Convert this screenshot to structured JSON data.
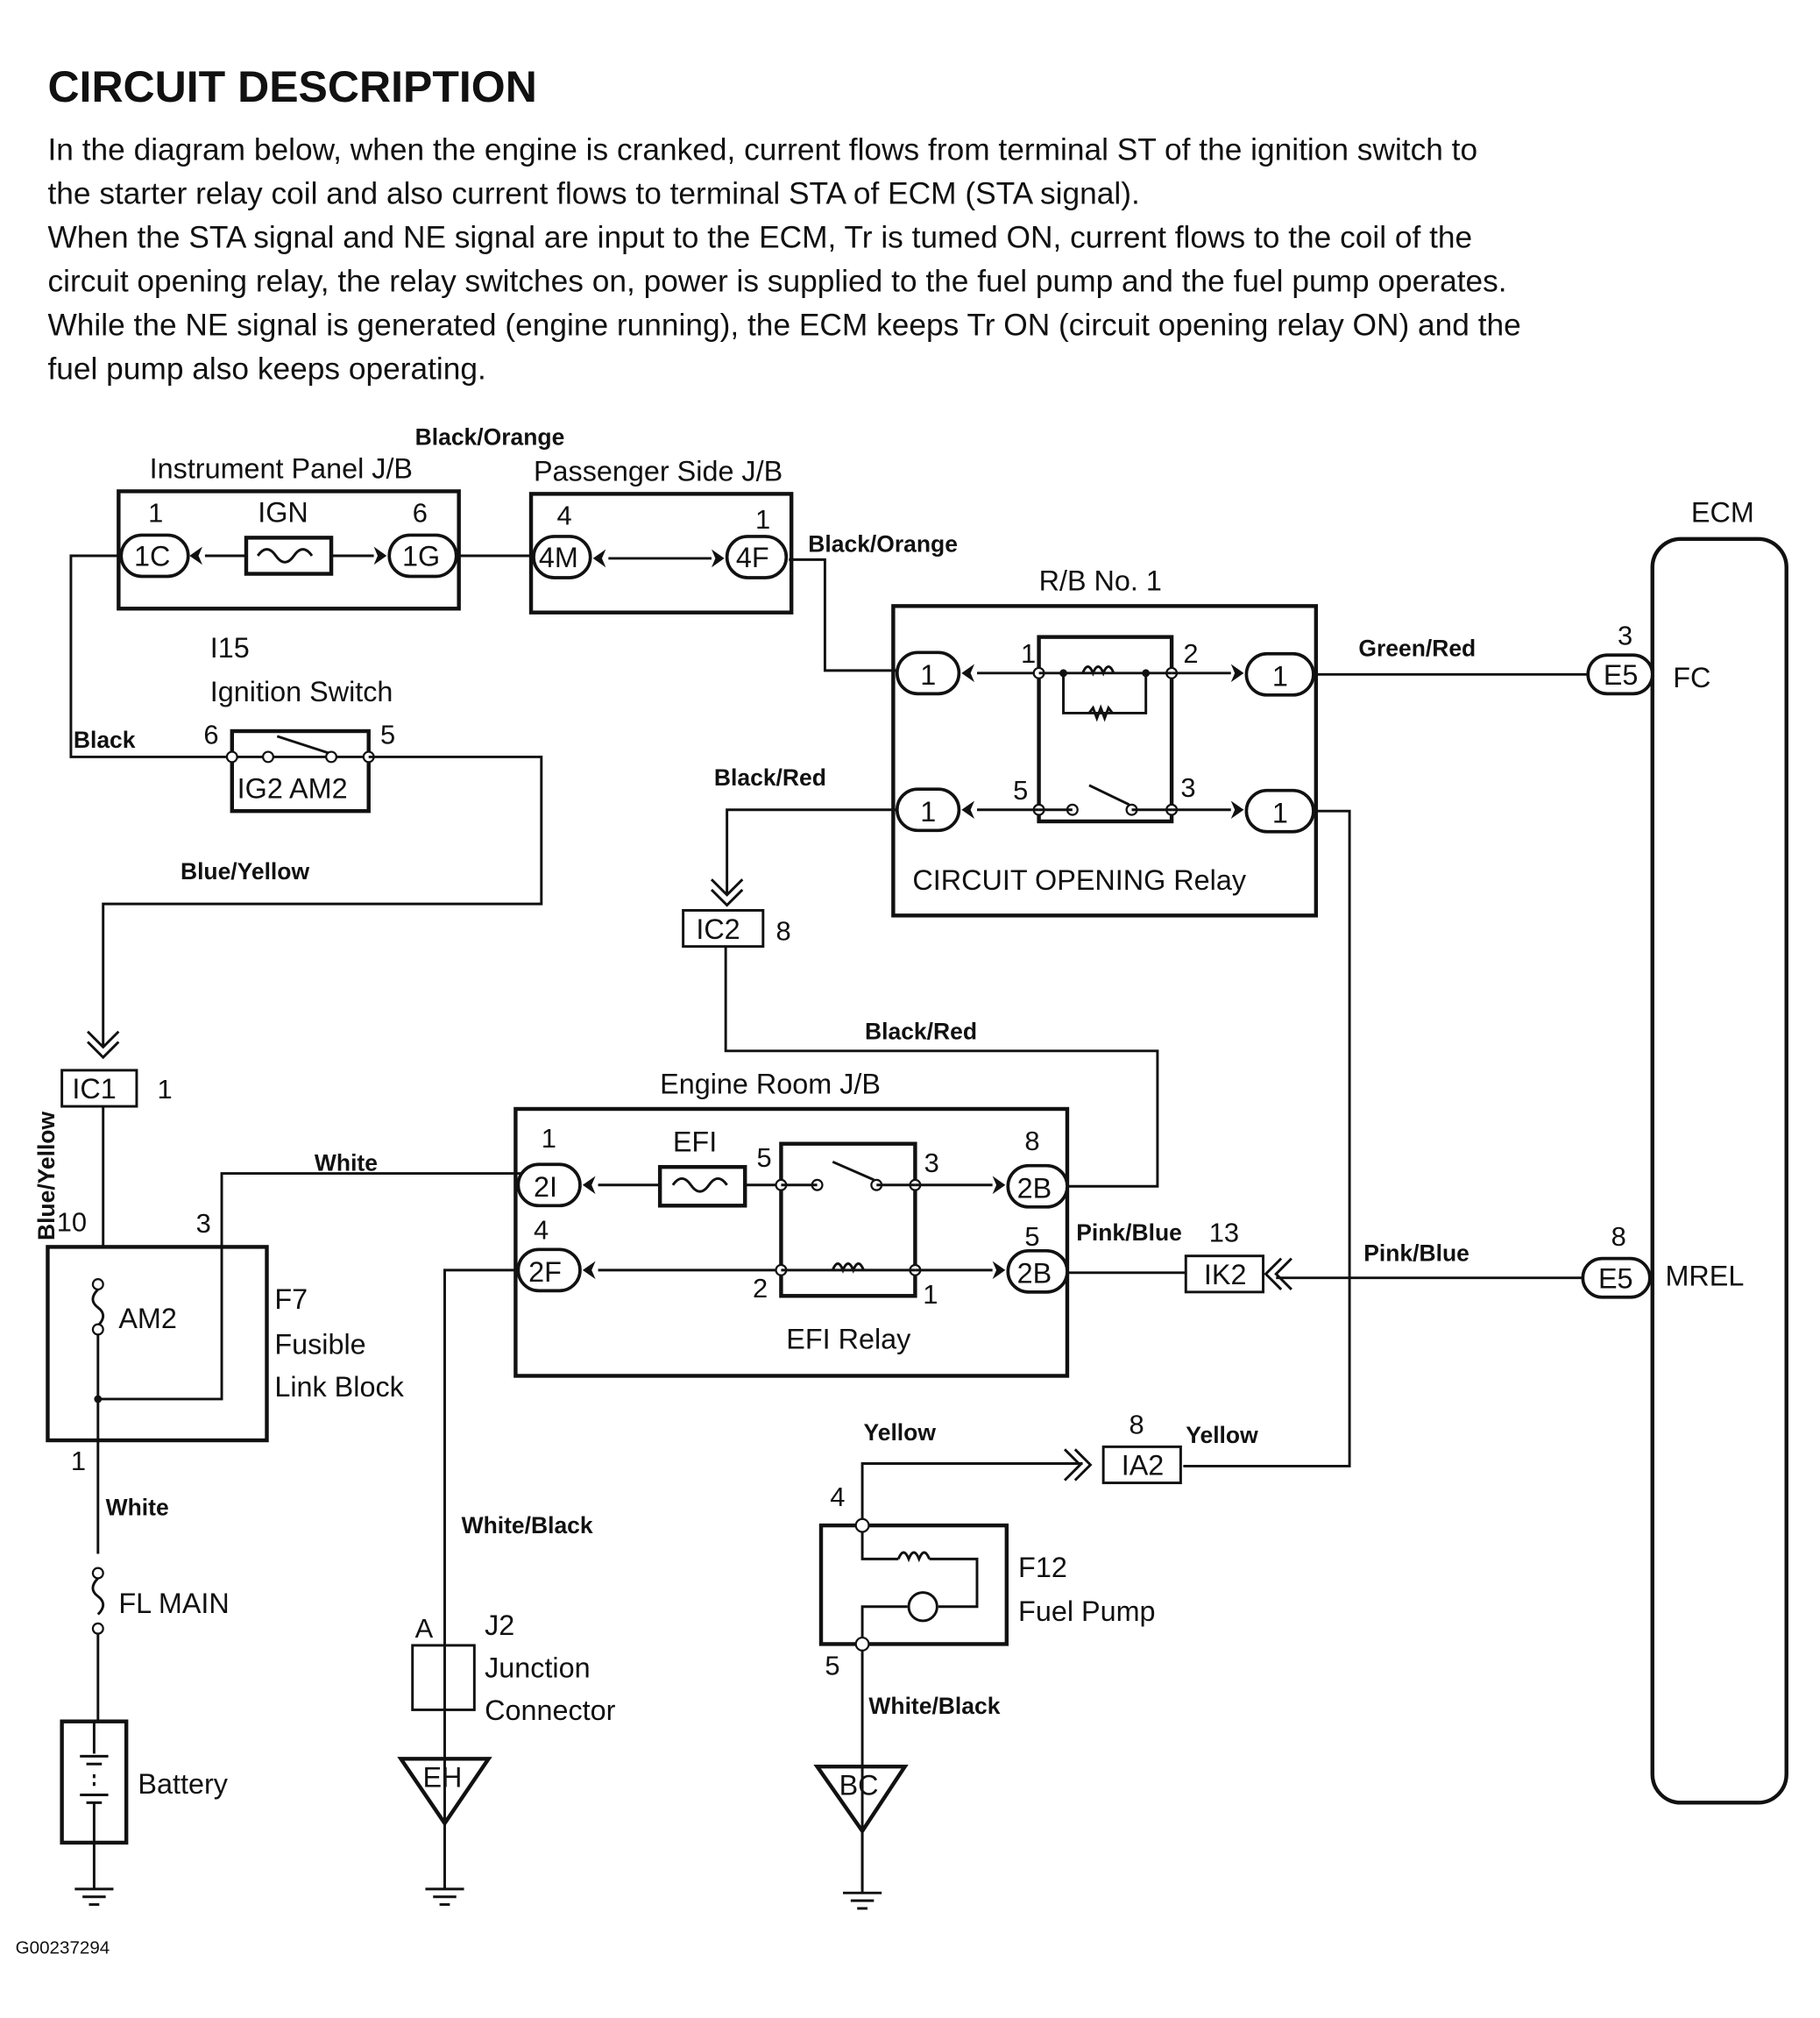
{
  "header": {
    "title": "CIRCUIT DESCRIPTION",
    "paragraph_lines": [
      "In the diagram below, when the engine is cranked, current flows from terminal ST of the ignition switch to",
      "the starter relay coil and also current flows to terminal STA of ECM (STA signal).",
      "When the STA signal and NE signal are input to the ECM, Tr is tumed ON, current flows to the coil of the",
      "circuit opening relay, the relay switches on, power is supplied to the fuel pump and the fuel pump operates.",
      "While the NE signal is generated (engine running), the ECM keeps Tr ON (circuit opening relay ON) and the",
      "fuel pump also keeps operating."
    ]
  },
  "components": {
    "instrument_panel_jb": {
      "name": "Instrument Panel J/B",
      "fuse": "IGN",
      "left_pin": "1",
      "left_conn": "1C",
      "right_pin": "6",
      "right_conn": "1G"
    },
    "passenger_side_jb": {
      "name": "Passenger Side J/B",
      "left_pin": "4",
      "left_conn": "4M",
      "right_pin": "1",
      "right_conn": "4F"
    },
    "ignition_switch": {
      "code": "I15",
      "name": "Ignition Switch",
      "left_pin": "6",
      "right_pin": "5",
      "terminals": "IG2 AM2"
    },
    "rb_no1": {
      "name": "R/B No. 1",
      "relay_name": "CIRCUIT OPENING Relay",
      "conn_top_left": "1",
      "conn_top_right": "1",
      "conn_bottom_left": "1",
      "conn_bottom_right": "1",
      "pin1": "1",
      "pin2": "2",
      "pin5": "5",
      "pin3": "3"
    },
    "ecm": {
      "name": "ECM",
      "fc_pin": "3",
      "fc_conn": "E5",
      "fc_label": "FC",
      "mrel_pin": "8",
      "mrel_conn": "E5",
      "mrel_label": "MREL"
    },
    "ic2": {
      "code": "IC2",
      "pin": "8"
    },
    "ic1": {
      "code": "IC1",
      "pin": "1"
    },
    "engine_room_jb": {
      "name": "Engine Room J/B",
      "fuse": "EFI",
      "relay_name": "EFI Relay",
      "conn_2i": "2I",
      "pin_2i": "1",
      "conn_2f": "2F",
      "pin_2f": "4",
      "conn_2b_top": "2B",
      "pin_2b_top": "8",
      "conn_2b_bottom": "2B",
      "pin_2b_bottom": "5",
      "relay_pin5": "5",
      "relay_pin3": "3",
      "relay_pin2": "2",
      "relay_pin1": "1"
    },
    "ik2": {
      "code": "IK2",
      "pin": "13"
    },
    "fusible_link": {
      "code": "F7",
      "name_line1": "Fusible",
      "name_line2": "Link Block",
      "fuse": "AM2",
      "pin10": "10",
      "pin3": "3",
      "pin1": "1"
    },
    "fl_main": {
      "name": "FL MAIN"
    },
    "battery": {
      "name": "Battery"
    },
    "junction_connector": {
      "code": "J2",
      "pin": "A",
      "name_line1": "Junction",
      "name_line2": "Connector",
      "ground": "EH"
    },
    "ia2": {
      "code": "IA2",
      "pin": "8"
    },
    "fuel_pump": {
      "code": "F12",
      "name": "Fuel Pump",
      "pin4": "4",
      "pin5": "5",
      "ground": "BC"
    }
  },
  "wires": {
    "ip_to_ps": "Black/Orange",
    "ps_to_rb": "Black/Orange",
    "ign_sw_in": "Black",
    "ign_sw_out": "Blue/Yellow",
    "rb_to_ic2": "Black/Red",
    "ic2_to_erjb": "Black/Red",
    "rb_to_ecm": "Green/Red",
    "ic1_vertical": "Blue/Yellow",
    "fl_to_erjb": "White",
    "erjb_to_ik2": "Pink/Blue",
    "ik2_to_ecm": "Pink/Blue",
    "fl_to_main": "White",
    "erjb_to_ground": "White/Black",
    "pump_feed": "Yellow",
    "ia2_to_rb": "Yellow",
    "pump_ground": "White/Black"
  },
  "footer": {
    "figure_id": "G00237294"
  }
}
